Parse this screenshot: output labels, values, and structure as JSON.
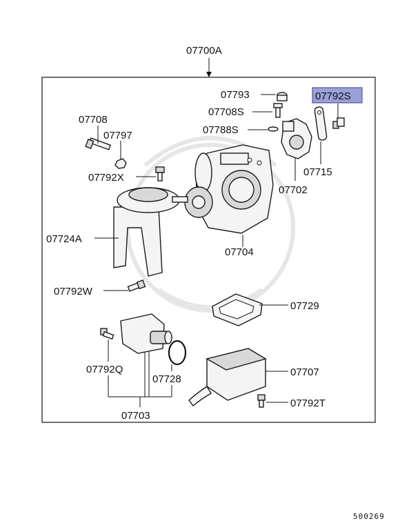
{
  "diagram": {
    "assembly_label": "07700A",
    "catalog_code": "500269",
    "highlight_color": "#9aa0d8",
    "parts": {
      "p07793": "07793",
      "p07708S": "07708S",
      "p07788S": "07788S",
      "p07792S": "07792S",
      "p07708": "07708",
      "p07797": "07797",
      "p07792X": "07792X",
      "p07715": "07715",
      "p07702": "07702",
      "p07724A": "07724A",
      "p07704": "07704",
      "p07792W": "07792W",
      "p07729": "07729",
      "p07792Q": "07792Q",
      "p07728": "07728",
      "p07707": "07707",
      "p07792T": "07792T",
      "p07703": "07703"
    }
  }
}
